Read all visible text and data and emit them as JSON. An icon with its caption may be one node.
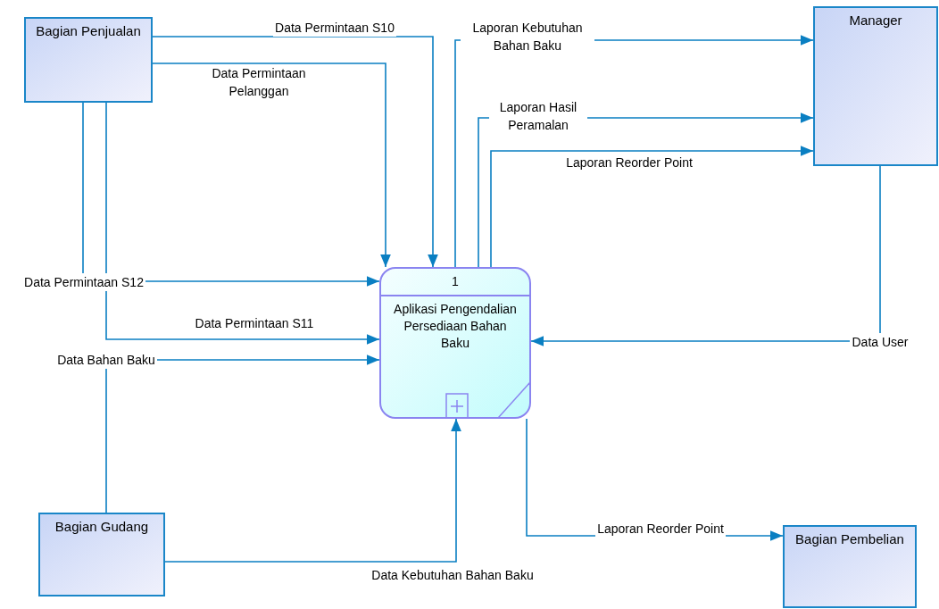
{
  "diagram": {
    "nodes": [
      {
        "text": [
          "Bagian Penjualan"
        ]
      },
      {
        "text": [
          "Manager"
        ]
      },
      {
        "text": [
          "1",
          "Aplikasi Pengendalian Persediaan Bahan Baku"
        ]
      },
      {
        "text": [
          "Bagian Gudang"
        ]
      },
      {
        "text": [
          "Bagian Pembelian"
        ]
      }
    ],
    "edges": [
      {
        "from": 0,
        "to": 2,
        "arrow": "to",
        "label": "Data Permintaan S10"
      },
      {
        "from": 0,
        "to": 2,
        "arrow": "to",
        "label": "Data Permintaan Pelanggan"
      },
      {
        "from": 0,
        "to": 2,
        "arrow": "to",
        "label": "Data Permintaan S12"
      },
      {
        "from": 0,
        "to": 2,
        "arrow": "to",
        "label": "Data Permintaan S11"
      },
      {
        "from": 3,
        "to": 2,
        "arrow": "to",
        "label": "Data Bahan Baku"
      },
      {
        "from": 3,
        "to": 2,
        "arrow": "to",
        "label": "Data Kebutuhan Bahan Baku"
      },
      {
        "from": 2,
        "to": 1,
        "arrow": "to",
        "label": "Laporan Kebutuhan Bahan Baku"
      },
      {
        "from": 2,
        "to": 1,
        "arrow": "to",
        "label": "Laporan Hasil Peramalan"
      },
      {
        "from": 2,
        "to": 1,
        "arrow": "to",
        "label": "Laporan Reorder Point"
      },
      {
        "from": 1,
        "to": 2,
        "arrow": "to",
        "label": "Data User"
      },
      {
        "from": 2,
        "to": 4,
        "arrow": "to",
        "label": "Laporan Reorder Point"
      }
    ]
  }
}
